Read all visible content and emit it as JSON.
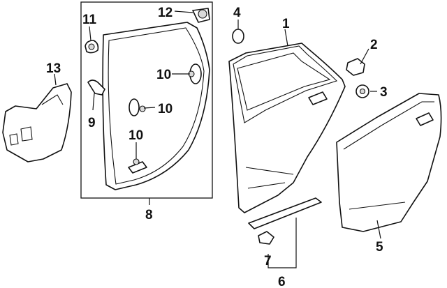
{
  "callouts": {
    "c1": "1",
    "c2": "2",
    "c3": "3",
    "c4": "4",
    "c5": "5",
    "c6": "6",
    "c7": "7",
    "c8": "8",
    "c9": "9",
    "c10a": "10",
    "c10b": "10",
    "c10c": "10",
    "c11": "11",
    "c12": "12",
    "c13": "13"
  }
}
